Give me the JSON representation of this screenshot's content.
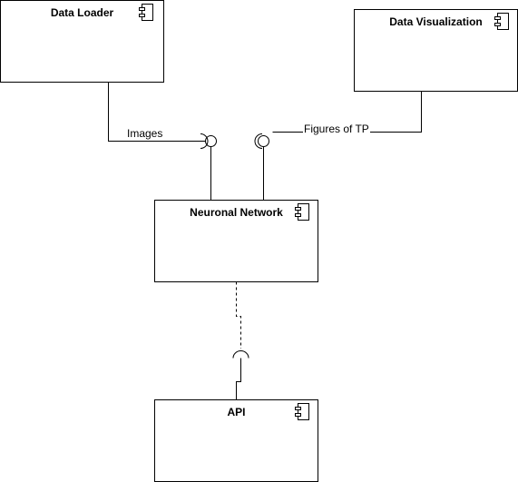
{
  "diagram": {
    "components": {
      "data_loader": {
        "name": "Data Loader",
        "icon": "uml-component-icon"
      },
      "data_visualization": {
        "name": "Data Visualization",
        "icon": "uml-component-icon"
      },
      "neuronal_network": {
        "name": "Neuronal Network",
        "icon": "uml-component-icon"
      },
      "api": {
        "name": "API",
        "icon": "uml-component-icon"
      }
    },
    "connectors": {
      "images": {
        "label": "Images"
      },
      "figures_of_tp": {
        "label": "Figures of TP"
      }
    },
    "line_color": "#000000",
    "fill_color": "#ffffff"
  }
}
